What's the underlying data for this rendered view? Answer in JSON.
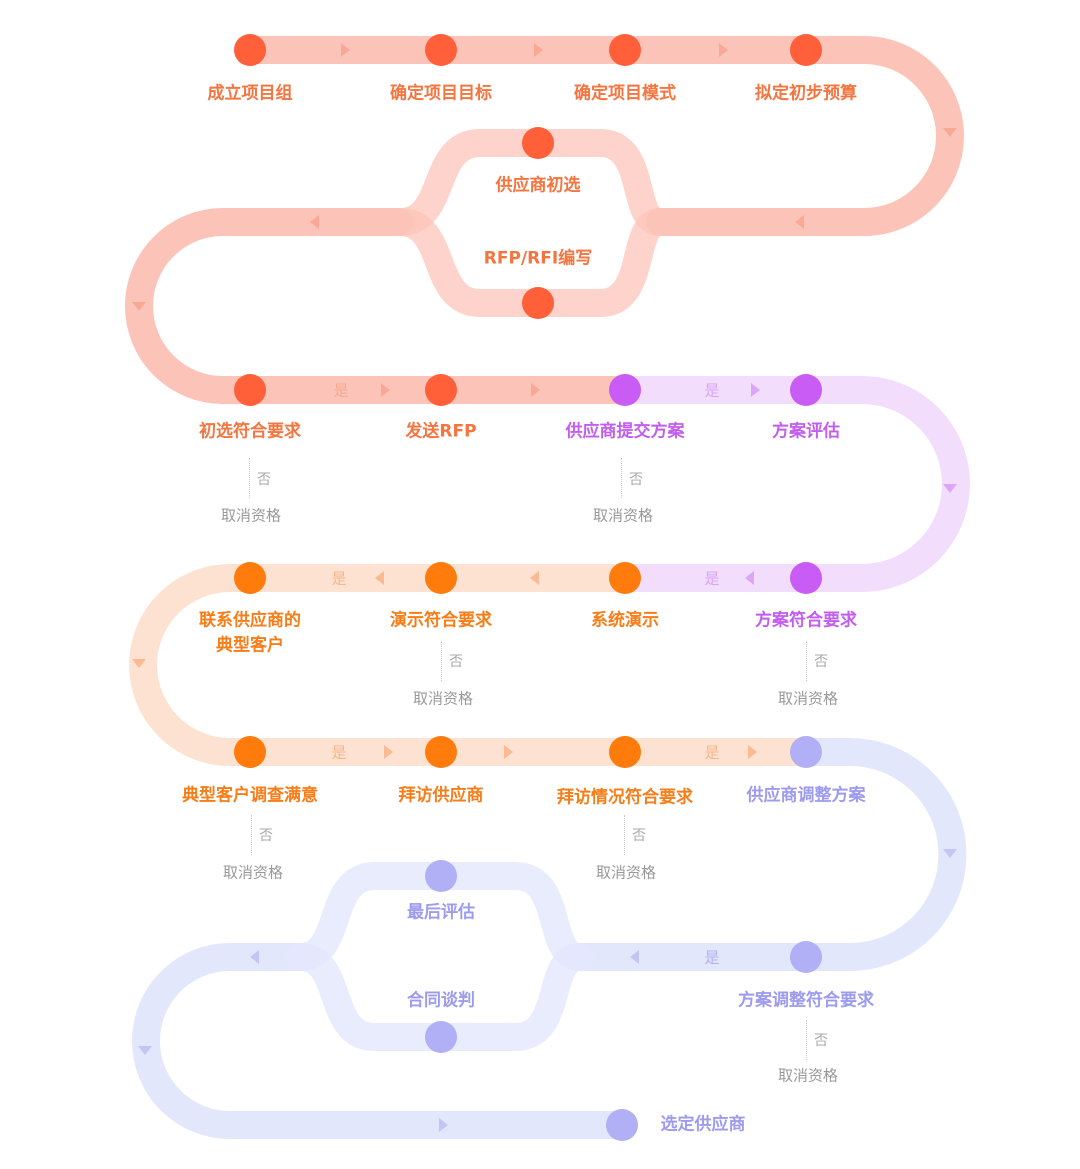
{
  "colors": {
    "red_track": "#fcc4b9",
    "red_dot": "#ff603a",
    "purple_track": "#f2defc",
    "purple_dot": "#c95cf5",
    "orange_track": "#fde2d2",
    "orange_dot": "#ff7b0c",
    "blue_track": "#e3e7fc",
    "blue_dot": "#b1aff5"
  },
  "steps": [
    "成立项目组",
    "确定项目目标",
    "确定项目模式",
    "拟定初步预算",
    "供应商初选",
    "RFP/RFI编写",
    "初选符合要求",
    "发送RFP",
    "供应商提交方案",
    "方案评估",
    "方案符合要求",
    "系统演示",
    "演示符合要求",
    "联系供应商的",
    "典型客户",
    "典型客户调查满意",
    "拜访供应商",
    "拜访情况符合要求",
    "供应商调整方案",
    "方案调整符合要求",
    "最后评估",
    "合同谈判",
    "选定供应商"
  ],
  "yes": "是",
  "no": "否",
  "cancel": "取消资格"
}
